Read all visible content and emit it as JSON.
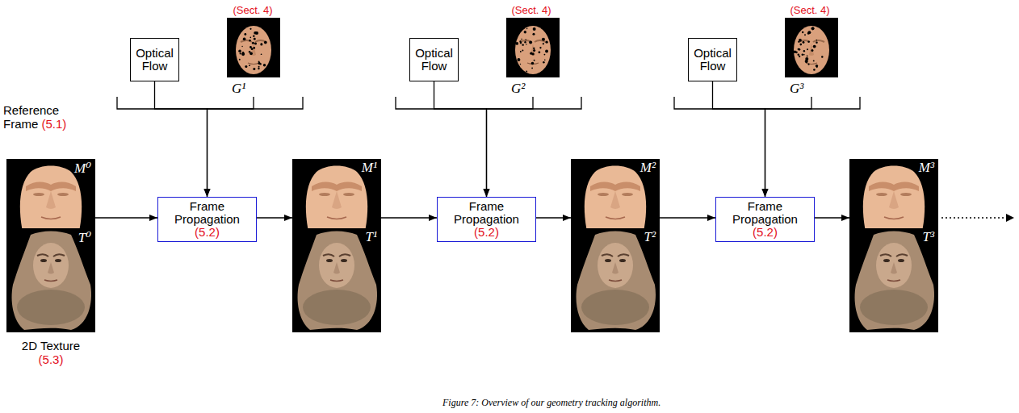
{
  "diagram": {
    "caption": "Figure 7: Overview of our geometry tracking algorithm.",
    "nodes": [
      {
        "text": [
          "Optical Flow"
        ]
      },
      {
        "text": [
          "G¹"
        ]
      },
      {
        "text": [
          "Optical Flow"
        ]
      },
      {
        "text": [
          "G²"
        ]
      },
      {
        "text": [
          "Optical Flow"
        ]
      },
      {
        "text": [
          "G³"
        ]
      },
      {
        "text": [
          "M⁰"
        ]
      },
      {
        "text": [
          "T⁰"
        ]
      },
      {
        "text": [
          "Frame Propagation",
          "(5.2)"
        ]
      },
      {
        "text": [
          "M¹"
        ]
      },
      {
        "text": [
          "T¹"
        ]
      },
      {
        "text": [
          "Frame Propagation",
          "(5.2)"
        ]
      },
      {
        "text": [
          "M²"
        ]
      },
      {
        "text": [
          "T²"
        ]
      },
      {
        "text": [
          "Frame Propagation",
          "(5.2)"
        ]
      },
      {
        "text": [
          "M³"
        ]
      },
      {
        "text": [
          "T³"
        ]
      }
    ],
    "edges": [
      {
        "from": 0,
        "to": 8,
        "arrow": "to"
      },
      {
        "from": 1,
        "to": 8,
        "arrow": "to"
      },
      {
        "from": 6,
        "to": 8,
        "arrow": "to"
      },
      {
        "from": 8,
        "to": 9,
        "arrow": "to"
      },
      {
        "from": 2,
        "to": 11,
        "arrow": "to"
      },
      {
        "from": 3,
        "to": 11,
        "arrow": "to"
      },
      {
        "from": 9,
        "to": 11,
        "arrow": "to"
      },
      {
        "from": 11,
        "to": 12,
        "arrow": "to"
      },
      {
        "from": 4,
        "to": 14,
        "arrow": "to"
      },
      {
        "from": 5,
        "to": 14,
        "arrow": "to"
      },
      {
        "from": 12,
        "to": 14,
        "arrow": "to"
      },
      {
        "from": 14,
        "to": 15,
        "arrow": "to"
      }
    ],
    "labels": [
      "(Sect. 4)",
      "(Sect. 4)",
      "(Sect. 4)",
      "Reference Frame",
      "(5.1)",
      "2D Texture",
      "(5.3)"
    ]
  }
}
